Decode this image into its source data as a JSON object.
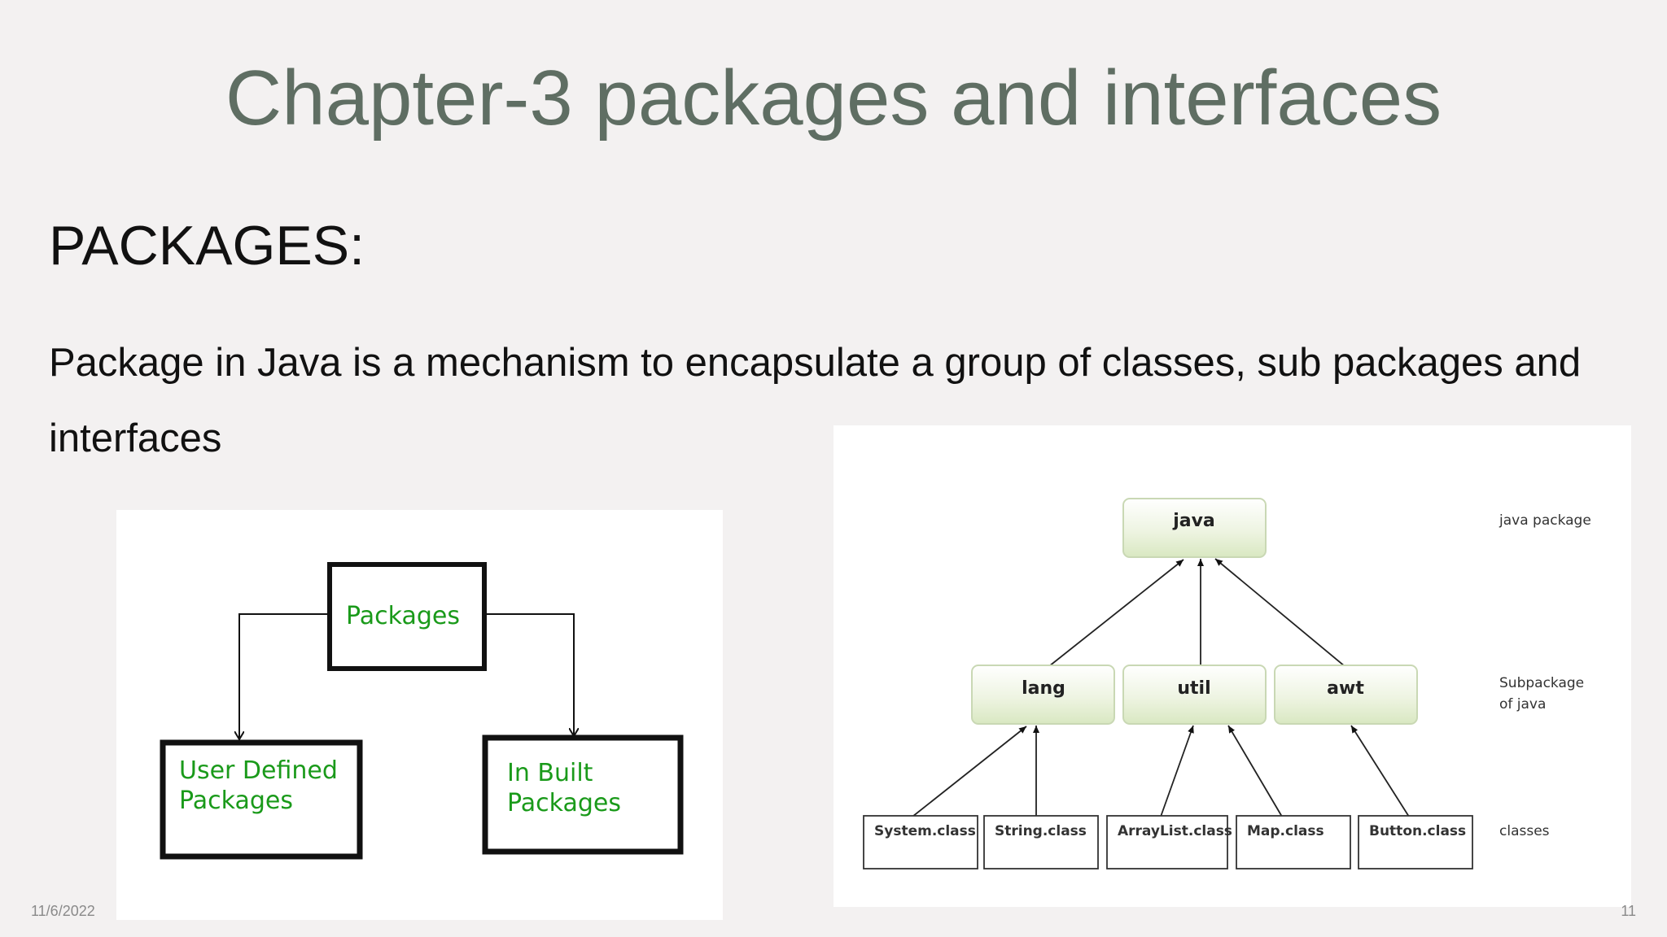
{
  "slide": {
    "title": "Chapter-3 packages and interfaces",
    "heading": "PACKAGES:",
    "body": "Package in Java is a mechanism to encapsulate a group of classes, sub packages and interfaces"
  },
  "diagram_left": {
    "root": "Packages",
    "children": [
      {
        "line1": "User Defined",
        "line2": "Packages"
      },
      {
        "line1": "In Built",
        "line2": "Packages"
      }
    ],
    "text_color": "#1a9a1a"
  },
  "diagram_right": {
    "root": "java",
    "subpackages": [
      "lang",
      "util",
      "awt"
    ],
    "classes": [
      "System.class",
      "String.class",
      "ArrayList.class",
      "Map.class",
      "Button.class"
    ],
    "legend": {
      "package": "java package",
      "subpackage_line1": "Subpackage",
      "subpackage_line2": "of java",
      "classes": "classes"
    }
  },
  "footer": {
    "date": "11/6/2022",
    "page": "11"
  }
}
